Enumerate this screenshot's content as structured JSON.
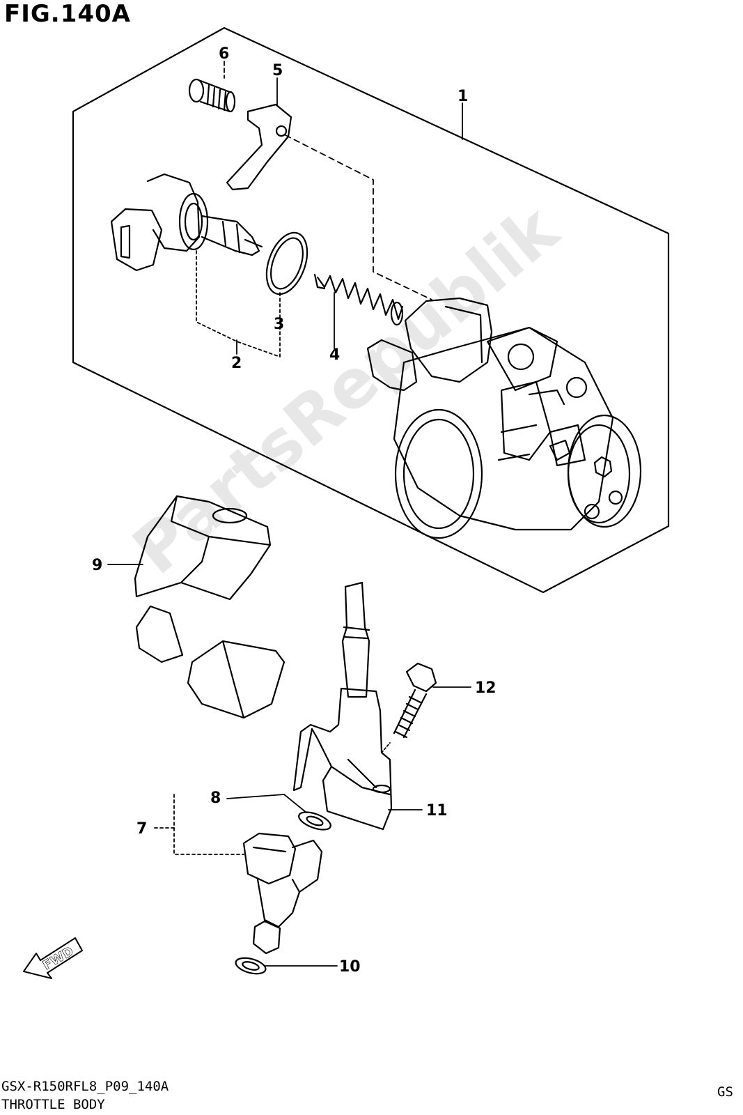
{
  "figure": {
    "title": "FIG.140A",
    "code": "GSX-R150RFL8_P09_140A",
    "name": "THROTTLE BODY",
    "corner": "GS",
    "watermark": "PartsRepublik",
    "forward_label": "FWD"
  },
  "callouts": [
    {
      "id": "1",
      "label": "1"
    },
    {
      "id": "2",
      "label": "2"
    },
    {
      "id": "3",
      "label": "3"
    },
    {
      "id": "4",
      "label": "4"
    },
    {
      "id": "5",
      "label": "5"
    },
    {
      "id": "6",
      "label": "6"
    },
    {
      "id": "7",
      "label": "7"
    },
    {
      "id": "8",
      "label": "8"
    },
    {
      "id": "9",
      "label": "9"
    },
    {
      "id": "10",
      "label": "10"
    },
    {
      "id": "11",
      "label": "11"
    },
    {
      "id": "12",
      "label": "12"
    }
  ]
}
